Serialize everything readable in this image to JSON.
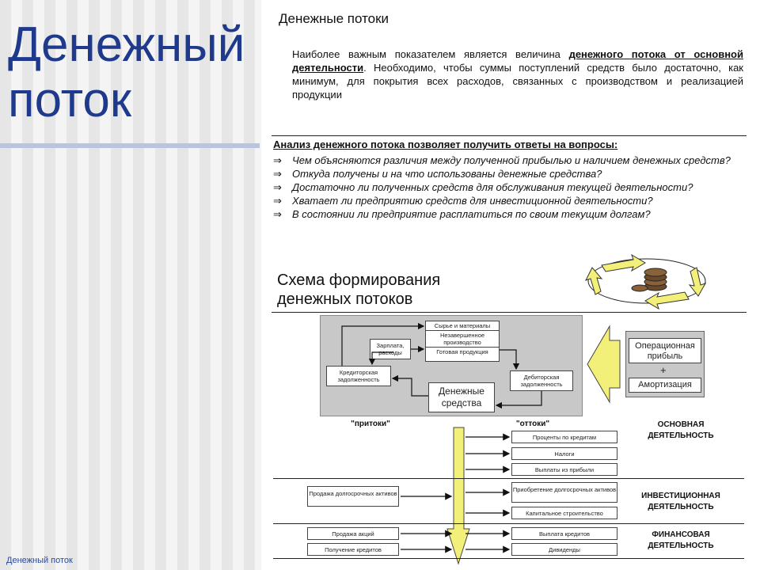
{
  "slide": {
    "title_line1": "Денежный",
    "title_line2": "поток",
    "footer": "Денежный поток"
  },
  "section1": {
    "heading": "Денежные потоки",
    "para_pre": "Наиболее важным показателем является величина ",
    "para_bold": "денежного потока от основной деятельности",
    "para_post": ". Необходимо, чтобы суммы поступлений средств было достаточно, как минимум, для покрытия всех расходов, связанных с производством и реализацией продукции"
  },
  "questions": {
    "heading": "Анализ денежного потока позволяет получить ответы на вопросы:",
    "arrow": "⇒",
    "items": [
      "Чем объясняются различия между полученной прибылью и наличием денежных средств?",
      "Откуда получены и на что использованы денежные средства?",
      "Достаточно ли полученных средств для обслуживания текущей деятельности?",
      "Хватает ли предприятию средств для инвестиционной деятельности?",
      "В состоянии ли предприятие расплатиться по своим текущим долгам?"
    ]
  },
  "scheme": {
    "title_line1": "Схема  формирования",
    "title_line2": "денежных  потоков",
    "cycle": {
      "raw": "Сырье и материалы",
      "wip": "Незавершенное производство",
      "finished": "Готовая продукция",
      "salary": "Зарплата, расходы",
      "payables": "Кредиторская задолженность",
      "receivables": "Дебиторская задолженность",
      "cash": "Денежные средства"
    },
    "operating_profit": "Операционная прибыль",
    "plus": "+",
    "amortization": "Амортизация",
    "inflows": "\"притоки\"",
    "outflows": "\"оттоки\"",
    "op_activity": "ОСНОВНАЯ ДЕЯТЕЛЬНОСТЬ",
    "inv_activity": "ИНВЕСТИЦИОННАЯ ДЕЯТЕЛЬНОСТЬ",
    "fin_activity": "ФИНАНСОВАЯ ДЕЯТЕЛЬНОСТЬ",
    "op_out": [
      "Проценты по кредитам",
      "Налоги",
      "Выплаты из прибыли"
    ],
    "inv_in": [
      "Продажа долгосрочных активов"
    ],
    "inv_out": [
      "Приобретение долгосрочных активов",
      "Капитальное строительство"
    ],
    "fin_in": [
      "Продажа акций",
      "Получение кредитов"
    ],
    "fin_out": [
      "Выплата кредитов",
      "Дивиденды"
    ]
  }
}
